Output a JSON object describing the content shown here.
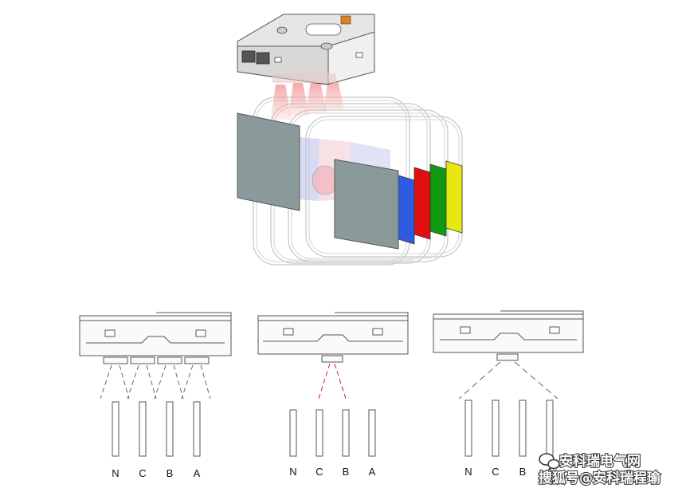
{
  "diagrams": [
    {
      "id": "four-sensors",
      "phases": [
        "N",
        "C",
        "B",
        "A"
      ]
    },
    {
      "id": "single-sensor-red",
      "phases": [
        "N",
        "C",
        "B",
        "A"
      ]
    },
    {
      "id": "single-sensor-wide",
      "phases": [
        "N",
        "C",
        "B",
        "A"
      ]
    }
  ],
  "busbar_colors": {
    "blue": "#2f5be0",
    "red": "#e01010",
    "green": "#119a11",
    "yellow": "#e8e810",
    "plate": "#8a9a9a"
  },
  "watermark": {
    "line1": "安科瑞电气网",
    "line2": "搜狐号@安科瑞程瑜",
    "icon": "wechat-icon"
  }
}
